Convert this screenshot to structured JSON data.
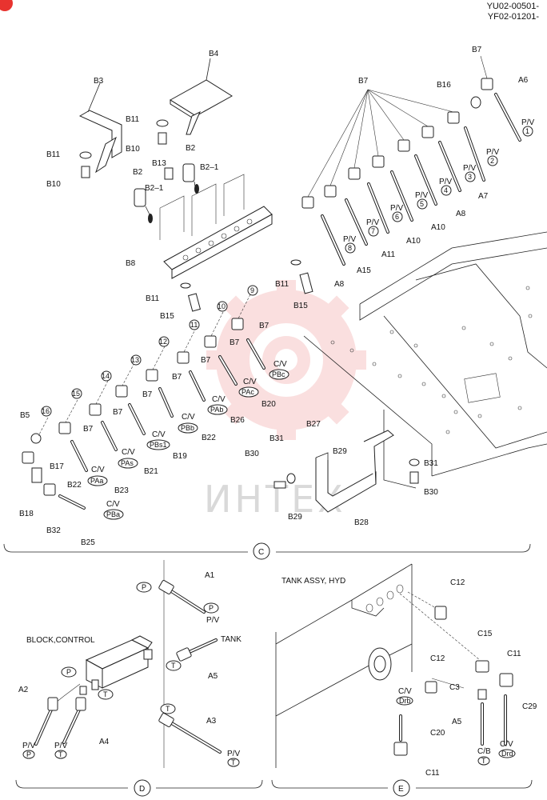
{
  "header": {
    "codes": [
      "YU02-00501-",
      "YF02-01201-"
    ]
  },
  "sections": {
    "C": {
      "letter": "C"
    },
    "D": {
      "letter": "D",
      "block_title": "BLOCK,CONTROL"
    },
    "E": {
      "letter": "E",
      "tank_title": "TANK ASSY, HYD"
    }
  },
  "labels": {
    "b3": "B3",
    "b4": "B4",
    "b7": "B7",
    "b16": "B16",
    "a6": "A6",
    "b11": "B11",
    "b10": "B10",
    "b2": "B2",
    "b13": "B13",
    "b2_1": "B2–1",
    "b8": "B8",
    "b15": "B15",
    "a7": "A7",
    "a8": "A8",
    "a10": "A10",
    "a11": "A11",
    "a15": "A15",
    "b5": "B5",
    "b17": "B17",
    "b18": "B18",
    "b32": "B32",
    "b25": "B25",
    "b22": "B22",
    "b23": "B23",
    "b21": "B21",
    "b19": "B19",
    "b26": "B26",
    "b20": "B20",
    "b27": "B27",
    "b29": "B29",
    "b28": "B28",
    "b30": "B30",
    "b31": "B31",
    "a1": "A1",
    "a2": "A2",
    "a3": "A3",
    "a4": "A4",
    "a5": "A5",
    "tank": "TANK",
    "c12": "C12",
    "c15": "C15",
    "c11": "C11",
    "c3": "C3",
    "c29": "C29",
    "c20": "C20",
    "pv": "P/V",
    "cv": "C/V",
    "cb": "C/B",
    "p": "P",
    "t": "T"
  },
  "ports": {
    "pv": [
      "1",
      "2",
      "3",
      "4",
      "5",
      "6",
      "7",
      "8"
    ],
    "cv": [
      "PBc",
      "PAc",
      "PAb",
      "PBb",
      "PBs1",
      "PAs",
      "PAa",
      "PBa"
    ],
    "tank": [
      "Drb",
      "Drd"
    ]
  },
  "circled_numbers": [
    "9",
    "10",
    "11",
    "12",
    "13",
    "14",
    "15",
    "16"
  ],
  "watermark": {
    "text": "ИНТЕХ",
    "color": "#e8332f"
  }
}
